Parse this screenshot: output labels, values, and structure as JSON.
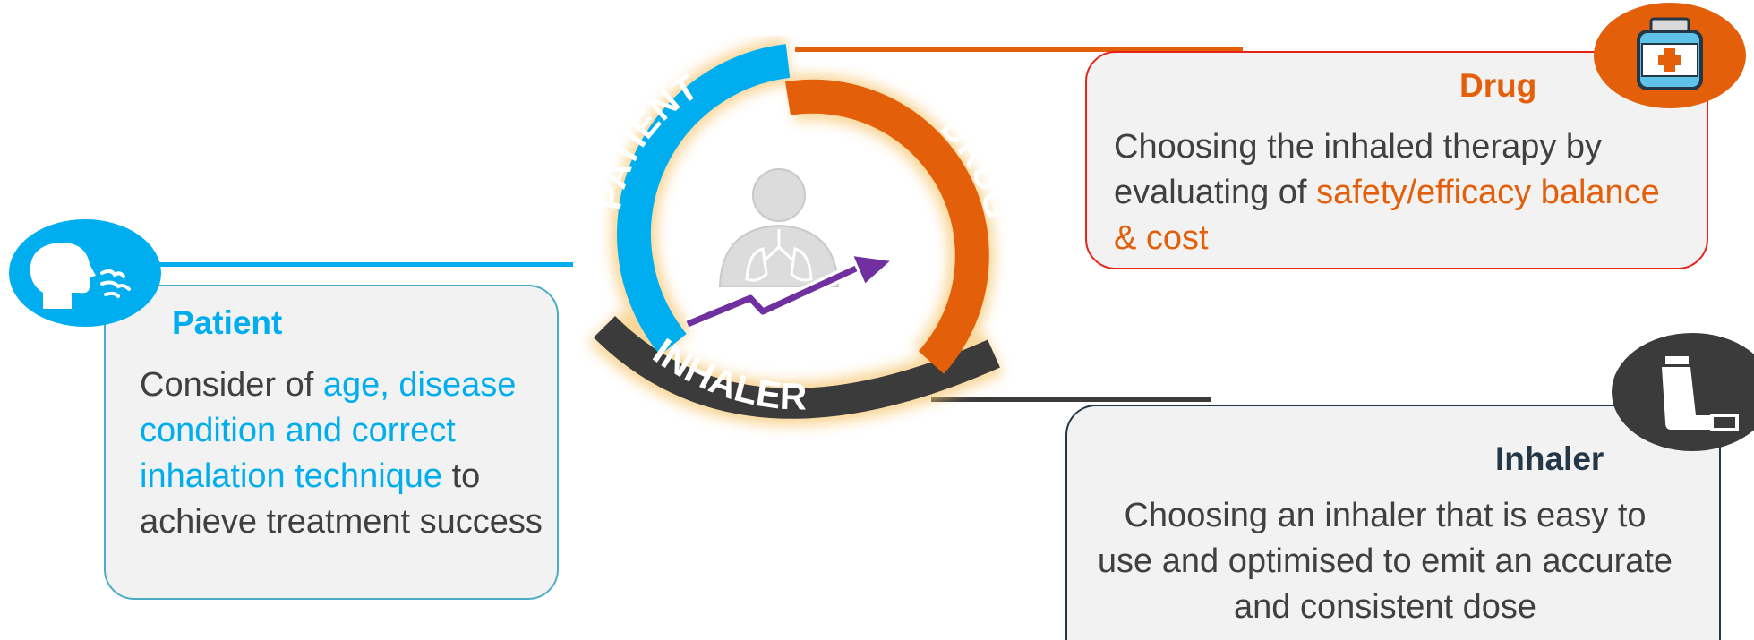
{
  "cycle": {
    "patient_label": "PATIENT",
    "drug_label": "DRUG",
    "inhaler_label": "INHALER",
    "colors": {
      "patient": "#00aeef",
      "drug": "#e35f0a",
      "inhaler": "#3b3b3b",
      "trend_arrow": "#7030a0",
      "glow": "#f7c977"
    }
  },
  "patient": {
    "title": "Patient",
    "body_prefix": "Consider of ",
    "body_highlight": "age, disease condition and correct inhalation technique",
    "body_suffix": " to achieve treatment success",
    "icon": "person-breathing-icon",
    "color": "#00aeef"
  },
  "drug": {
    "title": "Drug",
    "body_prefix": "Choosing the inhaled therapy by evaluating of ",
    "body_highlight": "safety/efficacy balance & cost",
    "icon": "medicine-bottle-icon",
    "color": "#e35f0a"
  },
  "inhaler": {
    "title": "Inhaler",
    "body": "Choosing an inhaler that is easy to use and optimised to emit an accurate and consistent dose",
    "icon": "inhaler-icon",
    "color": "#3b3b3b"
  }
}
